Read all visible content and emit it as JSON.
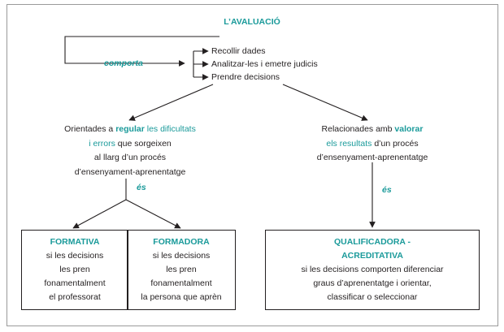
{
  "title": "L’AVALUACIÓ",
  "connector_top": "comporta",
  "actions": [
    "Recollir dades",
    "Analitzar-les i emetre judicis",
    "Prendre decisions"
  ],
  "left_branch": {
    "line1_pre": "Orientades a ",
    "line1_bold": "regular",
    "line1_post": " les dificultats",
    "line2_teal": "i errors",
    "line2_post": " que sorgeixen",
    "line3": "al llarg d’un procés",
    "line4": "d’ensenyament-aprenentatge",
    "connector": "és"
  },
  "right_branch": {
    "line1_pre": "Relacionades amb ",
    "line1_bold": "valorar",
    "line2_teal": "els resultats",
    "line2_post": " d’un procés",
    "line3": "d’ensenyament-aprenentatge",
    "connector": "és"
  },
  "boxes": {
    "formativa": {
      "title": "FORMATIVA",
      "lines": [
        "si les decisions",
        "les pren",
        "fonamentalment",
        "el professorat"
      ]
    },
    "formadora": {
      "title": "FORMADORA",
      "lines": [
        "si les decisions",
        "les pren",
        "fonamentalment",
        "la persona que aprèn"
      ]
    },
    "qualificadora": {
      "title_line1": "QUALIFICADORA -",
      "title_line2": "ACREDITATIVA",
      "lines": [
        "si les decisions comporten diferenciar",
        "graus d’aprenentatge i orientar,",
        "classificar o seleccionar"
      ]
    }
  }
}
